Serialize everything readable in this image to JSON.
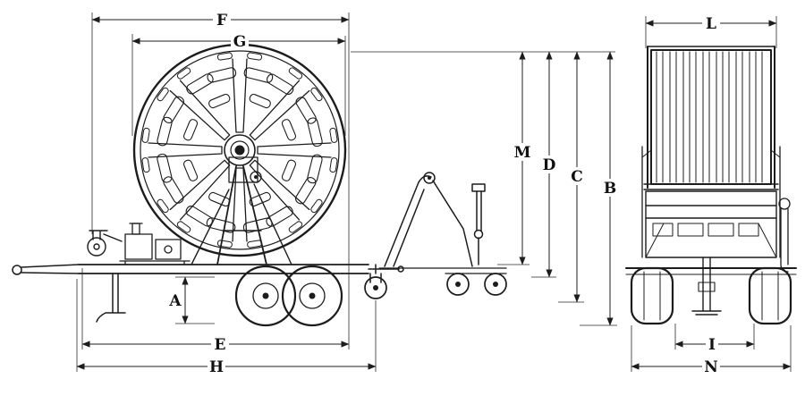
{
  "diagram": {
    "background": "#ffffff",
    "line_color": "#1c1c1c"
  },
  "labels": {
    "A": "A",
    "B": "B",
    "C": "C",
    "D": "D",
    "E": "E",
    "F": "F",
    "G": "G",
    "H": "H",
    "I": "I",
    "L": "L",
    "M": "M",
    "N": "N"
  }
}
